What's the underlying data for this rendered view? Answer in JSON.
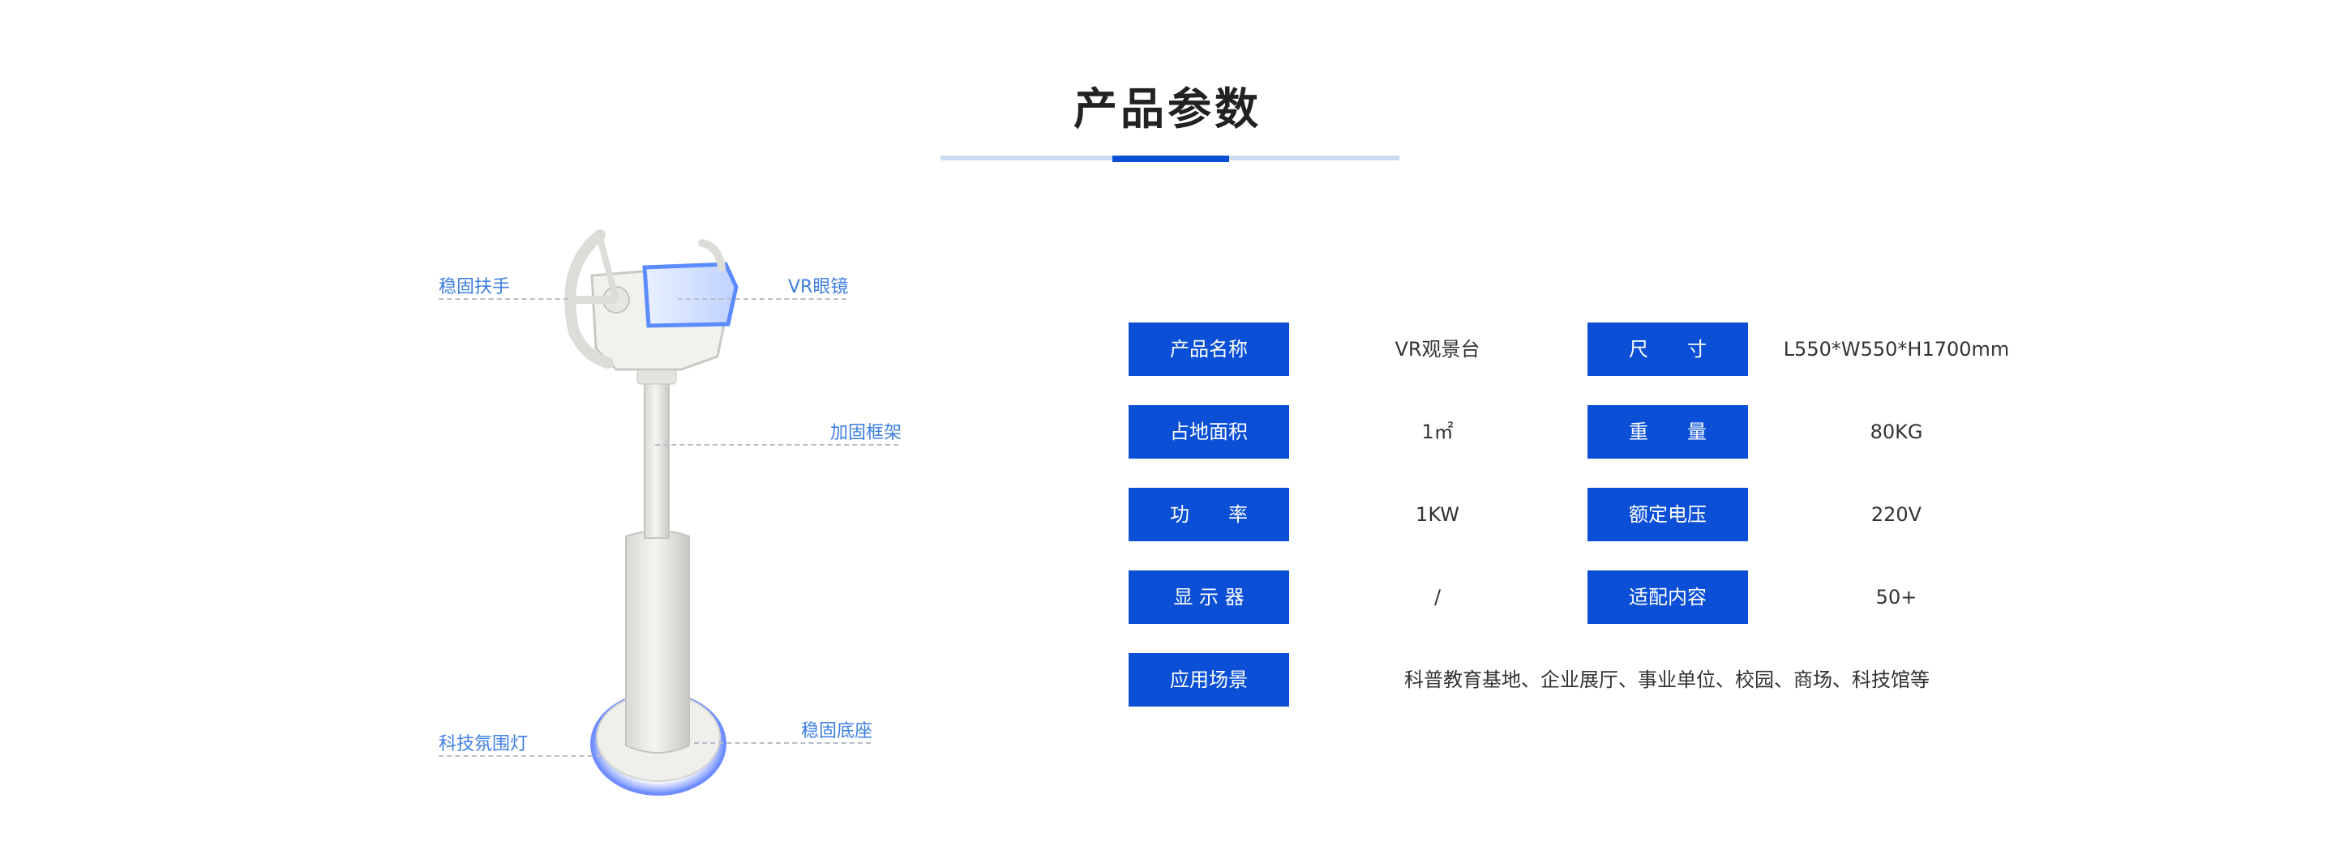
{
  "header": {
    "title": "产品参数"
  },
  "colors": {
    "accent": "#0a4fd6",
    "accent_light": "#c9dcf3",
    "callout": "#3e7fe0",
    "glow": "#5b8cff"
  },
  "callouts": {
    "handle": "稳固扶手",
    "vr_glasses": "VR眼镜",
    "frame": "加固框架",
    "light": "科技氛围灯",
    "base": "稳固底座"
  },
  "params": {
    "row1": {
      "label1": "产品名称",
      "value1": "VR观景台",
      "label2": "尺　　寸",
      "value2": "L550*W550*H1700mm"
    },
    "row2": {
      "label1": "占地面积",
      "value1": "1㎡",
      "label2": "重　　量",
      "value2": "80KG"
    },
    "row3": {
      "label1": "功　　率",
      "value1": "1KW",
      "label2": "额定电压",
      "value2": "220V"
    },
    "row4": {
      "label1": "显 示 器",
      "value1": "/",
      "label2": "适配内容",
      "value2": "50+"
    },
    "row5": {
      "label1": "应用场景",
      "value1": "科普教育基地、企业展厅、事业单位、校园、商场、科技馆等"
    }
  }
}
